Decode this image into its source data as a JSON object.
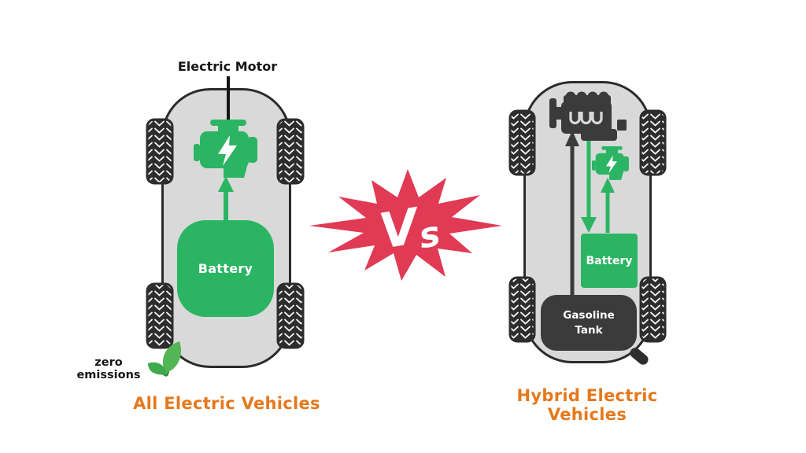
{
  "vs_badge": {
    "text": "Vs",
    "v": "V",
    "s": "s"
  },
  "left_vehicle": {
    "title": "All Electric Vehicles",
    "motor_callout": "Electric Motor",
    "battery_label": "Battery",
    "emissions_note": "zero emissions"
  },
  "right_vehicle": {
    "title": "Hybrid Electric Vehicles",
    "battery_label": "Battery",
    "tank_label": "Gasoline\nTank"
  },
  "colors": {
    "accent_green": "#2bb563",
    "burst_red": "#e03a54",
    "title_orange": "#e5781c",
    "component_dark": "#3b3b3b",
    "car_body_gray": "#d9d9d9",
    "outline_black": "#2b2b2b",
    "leaf_green_light": "#52b654",
    "leaf_green_dark": "#3fa94b"
  },
  "icon_names": {
    "left_motor": "electric-motor-icon",
    "right_engine": "combustion-engine-icon",
    "right_motor": "electric-motor-icon",
    "leaves": "leaf-icon",
    "exhaust": "exhaust-pipe-icon",
    "tires": "tire-icon",
    "burst": "vs-burst-icon"
  }
}
